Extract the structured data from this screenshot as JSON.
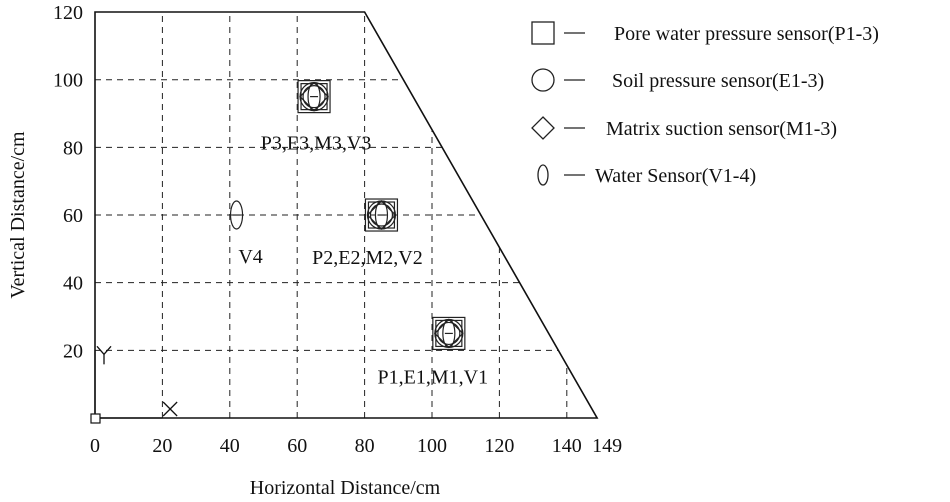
{
  "chart_data": {
    "type": "diagram",
    "xlabel": "Horizontal Distance/cm",
    "ylabel": "Vertical Distance/cm",
    "xlim": [
      0,
      149
    ],
    "ylim": [
      0,
      120
    ],
    "x_ticks": [
      0,
      20,
      40,
      60,
      80,
      100,
      120,
      140,
      149
    ],
    "y_ticks": [
      20,
      40,
      60,
      80,
      100,
      120
    ],
    "grid": true,
    "boundary": [
      [
        0,
        0
      ],
      [
        0,
        120
      ],
      [
        80,
        120
      ],
      [
        149,
        0
      ]
    ],
    "origin_axes": {
      "x_label": "X",
      "y_label": "Y"
    },
    "sensor_groups": [
      {
        "label": "P3,E3,M3,V3",
        "x": 65,
        "y": 95,
        "sensors": [
          "P",
          "E",
          "M",
          "V"
        ]
      },
      {
        "label": "P2,E2,M2,V2",
        "x": 85,
        "y": 60,
        "sensors": [
          "P",
          "E",
          "M",
          "V"
        ]
      },
      {
        "label": "P1,E1,M1,V1",
        "x": 105,
        "y": 25,
        "sensors": [
          "P",
          "E",
          "M",
          "V"
        ]
      },
      {
        "label": "V4",
        "x": 42,
        "y": 60,
        "sensors": [
          "V"
        ]
      }
    ]
  },
  "legend": [
    {
      "symbol": "square",
      "text": "Pore water pressure sensor(P1-3)"
    },
    {
      "symbol": "circle",
      "text": "Soil pressure sensor(E1-3)"
    },
    {
      "symbol": "diamond",
      "text": "Matrix suction sensor(M1-3)"
    },
    {
      "symbol": "ellipse",
      "text": "Water Sensor(V1-4)"
    }
  ]
}
